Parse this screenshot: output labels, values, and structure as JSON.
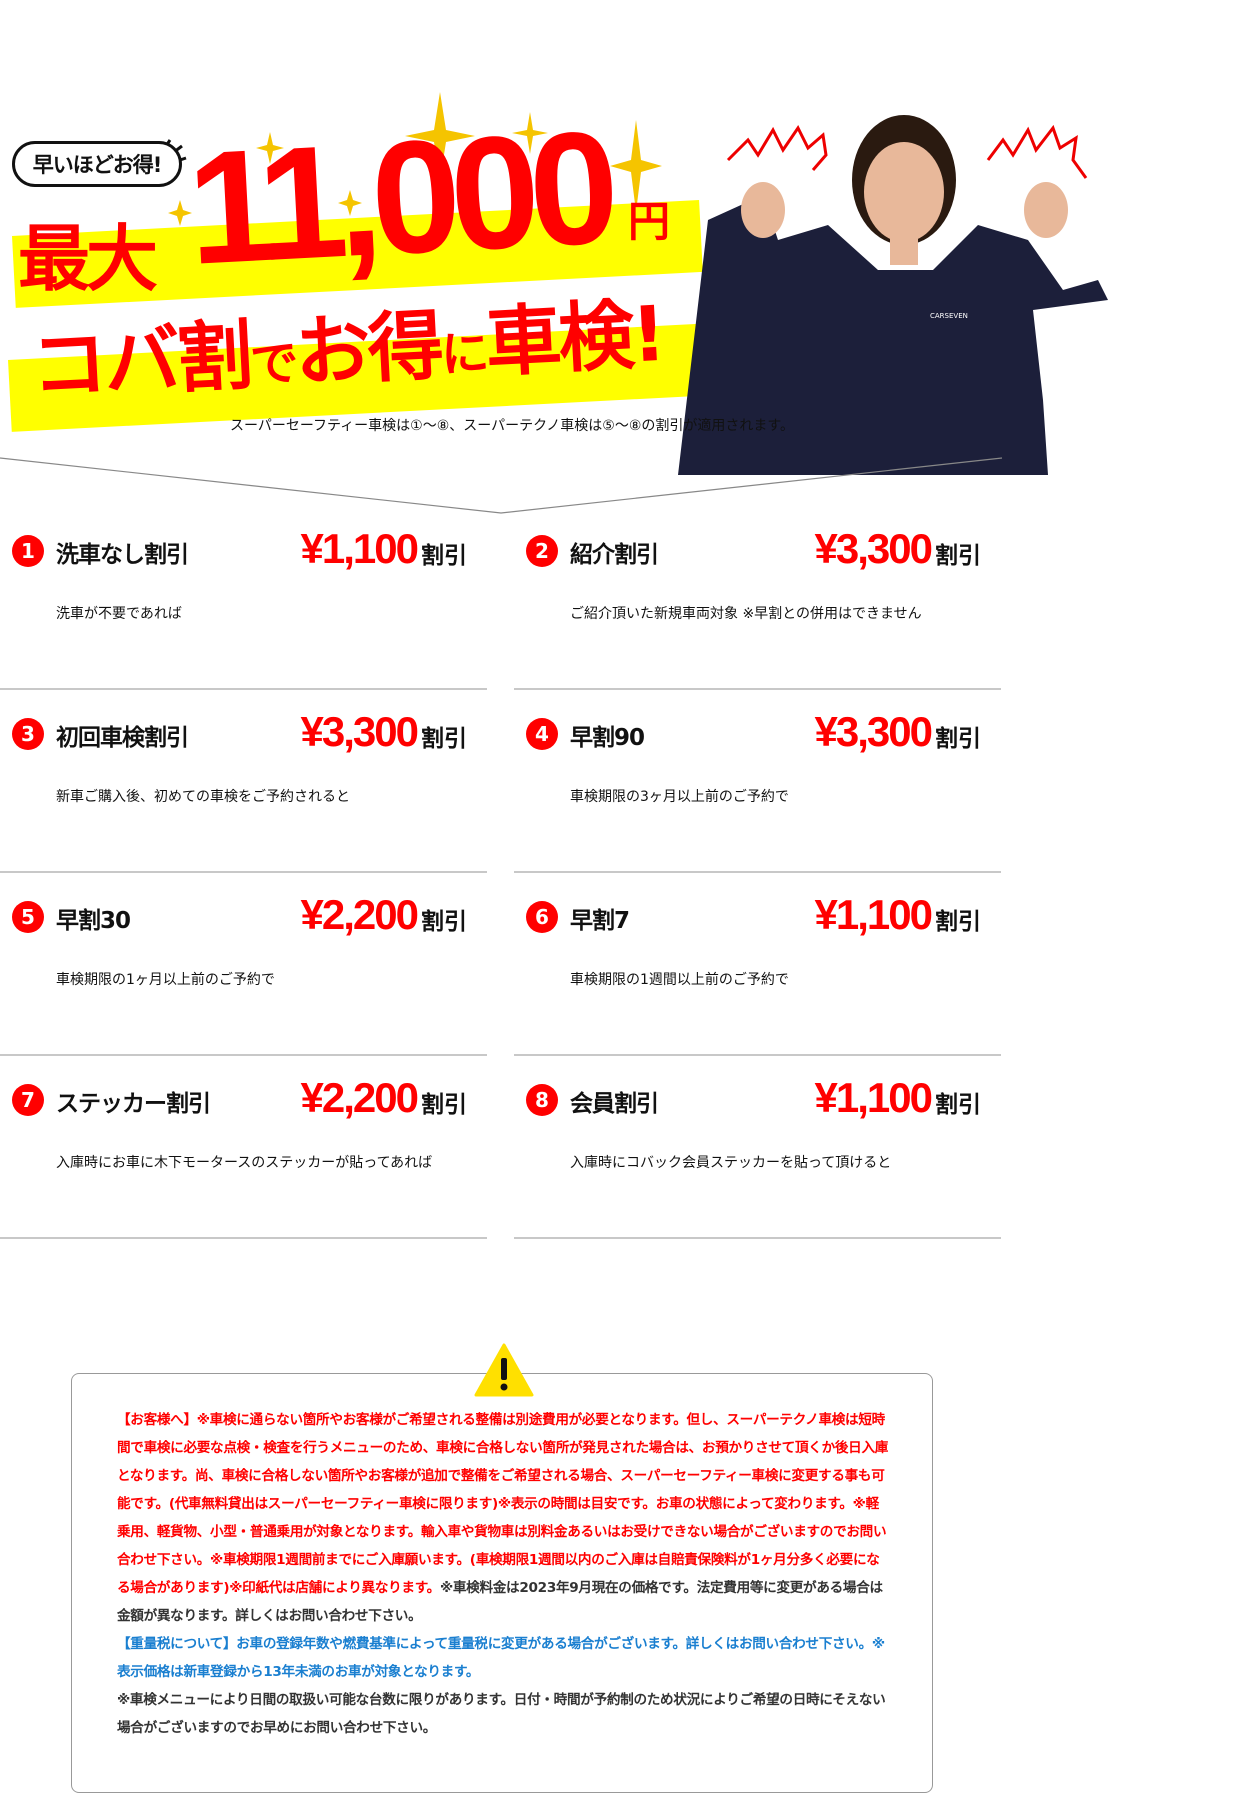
{
  "hero": {
    "badge": "早いほどお得!",
    "max_label": "最大",
    "amount": "11,000",
    "yen": "円",
    "headline_parts": [
      "コバ割",
      "で",
      "お得",
      "に",
      "車検!"
    ],
    "subtitle": "スーパーセーフティー車検は①〜⑧、スーパーテクノ車検は⑤〜⑧の割引が適用されます。",
    "shirt_logo": "CARSEVEN"
  },
  "discounts": [
    {
      "num": "1",
      "title": "洗車なし割引",
      "amount": "¥1,100",
      "suffix": "割引",
      "desc": "洗車が不要であれば"
    },
    {
      "num": "2",
      "title": "紹介割引",
      "amount": "¥3,300",
      "suffix": "割引",
      "desc": "ご紹介頂いた新規車両対象 ※早割との併用はできません"
    },
    {
      "num": "3",
      "title": "初回車検割引",
      "amount": "¥3,300",
      "suffix": "割引",
      "desc": "新車ご購入後、初めての車検をご予約されると"
    },
    {
      "num": "4",
      "title": "早割90",
      "amount": "¥3,300",
      "suffix": "割引",
      "desc": "車検期限の3ヶ月以上前のご予約で"
    },
    {
      "num": "5",
      "title": "早割30",
      "amount": "¥2,200",
      "suffix": "割引",
      "desc": "車検期限の1ヶ月以上前のご予約で"
    },
    {
      "num": "6",
      "title": "早割7",
      "amount": "¥1,100",
      "suffix": "割引",
      "desc": "車検期限の1週間以上前のご予約で"
    },
    {
      "num": "7",
      "title": "ステッカー割引",
      "amount": "¥2,200",
      "suffix": "割引",
      "desc": "入庫時にお車に木下モータースのステッカーが貼ってあれば"
    },
    {
      "num": "8",
      "title": "会員割引",
      "amount": "¥1,100",
      "suffix": "割引",
      "desc": "入庫時にコバック会員ステッカーを貼って頂けると"
    }
  ],
  "notice": {
    "red": "【お客様へ】※車検に通らない箇所やお客様がご希望される整備は別途費用が必要となります。但し、スーパーテクノ車検は短時間で車検に必要な点検・検査を行うメニューのため、車検に合格しない箇所が発見された場合は、お預かりさせて頂くか後日入庫となります。尚、車検に合格しない箇所やお客様が追加で整備をご希望される場合、スーパーセーフティー車検に変更する事も可能です。(代車無料貸出はスーパーセーフティー車検に限ります)※表示の時間は目安です。お車の状態によって変わります。※軽乗用、軽貨物、小型・普通乗用が対象となります。輸入車や貨物車は別料金あるいはお受けできない場合がございますのでお問い合わせ下さい。※車検期限1週間前までにご入庫願います。(車検期限1週間以内のご入庫は自賠責保険料が1ヶ月分多く必要になる場合があります)※印紙代は店舗により異なります。",
    "gray1": "※車検料金は2023年9月現在の価格です。法定費用等に変更がある場合は金額が異なります。詳しくはお問い合わせ下さい。",
    "blue": "【重量税について】お車の登録年数や燃費基準によって重量税に変更がある場合がございます。詳しくはお問い合わせ下さい。※表示価格は新車登録から13年未満のお車が対象となります。",
    "gray2": "※車検メニューにより日間の取扱い可能な台数に限りがあります。日付・時間が予約制のため状況によりご希望の日時にそえない場合がございますのでお早めにお問い合わせ下さい。"
  },
  "colors": {
    "accent": "#ff0000",
    "highlight": "#ffff00",
    "info": "#1a7fd0"
  }
}
